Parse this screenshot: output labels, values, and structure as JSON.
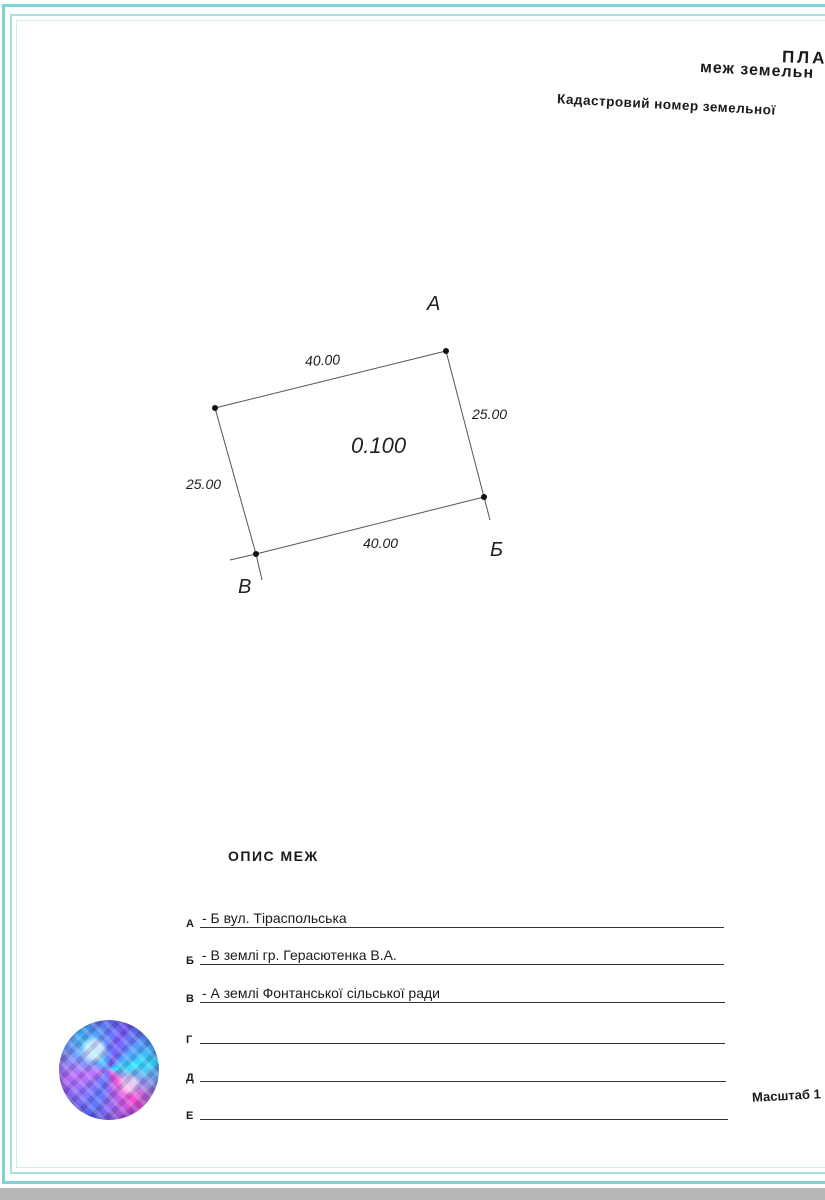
{
  "header": {
    "title": "ПЛА",
    "subtitle": "меж земельн",
    "cadastral_label": "Кадастровий номер земельної"
  },
  "plan": {
    "area": "0.100",
    "vertices": {
      "a": "А",
      "b": "Б",
      "v": "В"
    },
    "sides": {
      "top": "40.00",
      "right": "25.00",
      "bottom": "40.00",
      "left": "25.00"
    }
  },
  "description": {
    "title": "ОПИС МЕЖ",
    "rows": [
      {
        "letter": "А",
        "text": "- Б вул. Тіраспольська"
      },
      {
        "letter": "Б",
        "text": "- В землі гр. Герасютенка В.А."
      },
      {
        "letter": "В",
        "text": "- А землі Фонтанської сільської ради"
      },
      {
        "letter": "Г",
        "text": ""
      },
      {
        "letter": "Д",
        "text": ""
      },
      {
        "letter": "Е",
        "text": ""
      }
    ]
  },
  "scale_label": "Масштаб 1",
  "colors": {
    "frame": "#7fd3d0",
    "ink": "#1a1a1a"
  },
  "icons": {
    "seal": "hologram-seal-icon"
  }
}
